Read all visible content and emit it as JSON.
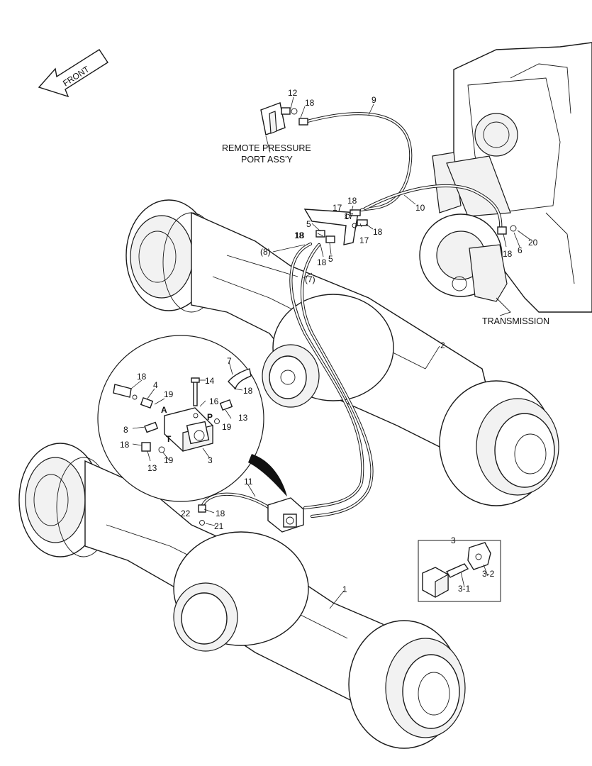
{
  "colors": {
    "line": "#1a1a1a",
    "background": "#ffffff",
    "fill": "#f2f2f2"
  },
  "front_arrow": {
    "label": "FRONT"
  },
  "captions": {
    "remote_line1": "REMOTE PRESSURE",
    "remote_line2": "PORT ASS'Y",
    "transmission": "TRANSMISSION"
  },
  "callouts": [
    "12",
    "18",
    "9",
    "18",
    "17",
    "5",
    "17",
    "18",
    "18",
    "5",
    "17",
    "18",
    "10",
    "(8)",
    "18",
    "(7)",
    "18",
    "6",
    "20",
    "2",
    "7",
    "14",
    "18",
    "18",
    "4",
    "19",
    "A",
    "16",
    "P",
    "19",
    "13",
    "8",
    "18",
    "T",
    "13",
    "19",
    "3",
    "11",
    "22",
    "18",
    "21",
    "1",
    "3",
    "3-1",
    "3-2"
  ]
}
